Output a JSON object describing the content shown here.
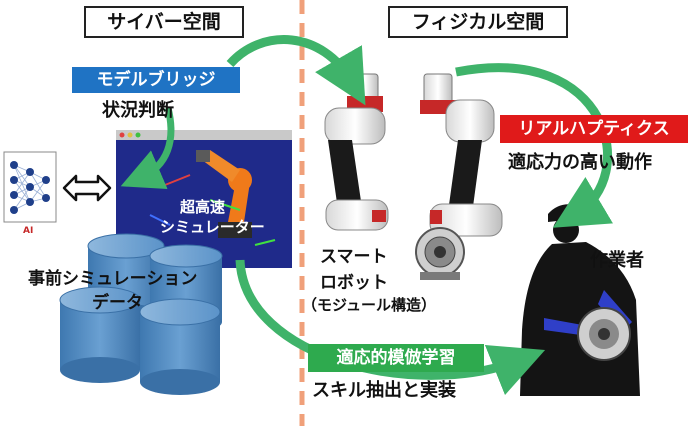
{
  "cyber_space_title": "サイバー空間",
  "physical_space_title": "フィジカル空間",
  "model_bridge": {
    "label": "モデルブリッジ",
    "sublabel": "状況判断",
    "color": "#1f73c4"
  },
  "ai_label": "AI",
  "simulator_label": {
    "line1": "超高速",
    "line2": "シミュレーター"
  },
  "pre_sim_label": {
    "line1": "事前シミュレーション",
    "line2": "データ"
  },
  "smart_robot_label": {
    "line1": "スマート",
    "line2": "ロボット",
    "line3": "（モジュール構造）"
  },
  "real_haptics": {
    "label": "リアルハプティクス",
    "sublabel": "適応力の高い動作",
    "color": "#e01a1a"
  },
  "worker_label": "作業者",
  "adaptive_imitation": {
    "label": "適応的模倣学習",
    "sublabel": "スキル抽出と実装",
    "color": "#2eaa4e"
  },
  "colors": {
    "arrow_green": "#3fb36a",
    "divider": "#f0a07a",
    "db_blue": "#5b93c9"
  }
}
